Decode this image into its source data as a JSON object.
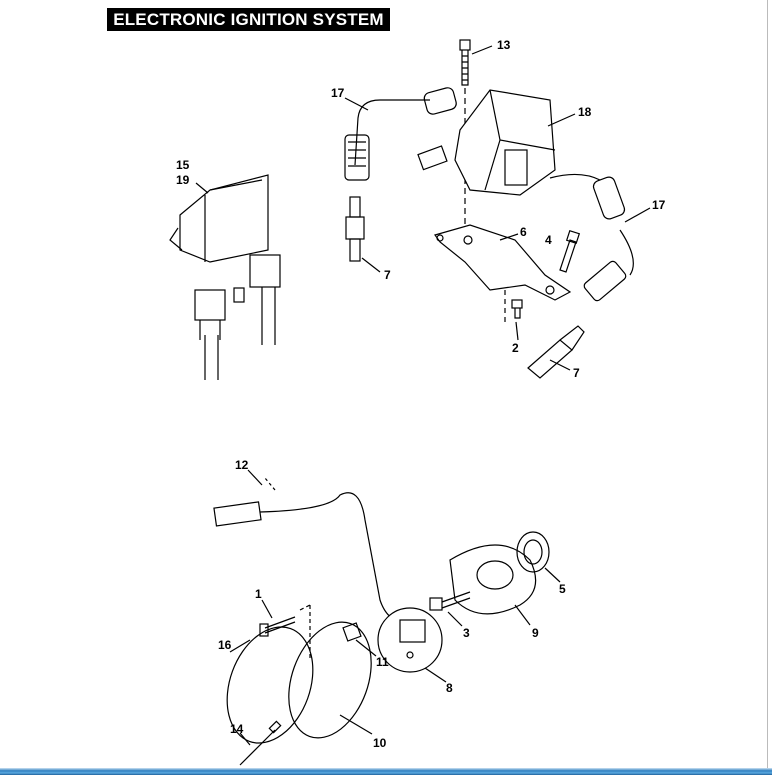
{
  "title": "ELECTRONIC IGNITION SYSTEM",
  "callouts": [
    "13",
    "17",
    "18",
    "15",
    "19",
    "17",
    "6",
    "4",
    "7",
    "2",
    "7",
    "12",
    "5",
    "1",
    "3",
    "9",
    "16",
    "11",
    "8",
    "14",
    "10"
  ]
}
